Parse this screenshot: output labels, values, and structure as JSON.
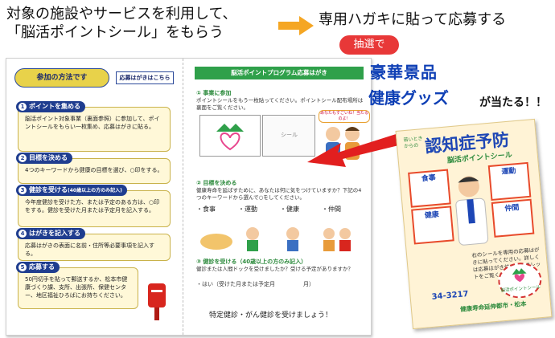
{
  "header": {
    "left_line1": "対象の施設やサービスを利用して、",
    "left_line2": "「脳活ポイントシール」をもらう",
    "right": "専用ハガキに貼って応募する"
  },
  "leaflet_left": {
    "title": "参加の方法です",
    "note": "応募はがきはこちら",
    "steps": [
      {
        "num": "1",
        "title": "ポイントを集める",
        "body": "脳活ポイント対象事業（裏面参照）に参加して、ポイントシールをもらい一枚集め、応募はがきに貼る。"
      },
      {
        "num": "2",
        "title": "目標を決める",
        "body": "4つのキーワードから健康の目標を選び、○印をする。"
      },
      {
        "num": "3",
        "title": "健診を受ける",
        "badge": "(40歳以上の方のみ記入)",
        "body": "今年度健診を受けた方、または予定のある方は、○印をする。健診を受けた月または予定月を記入する。"
      },
      {
        "num": "4",
        "title": "はがきを記入する",
        "body": "応募はがきの表面に名前・住所等必要事項を記入する。"
      },
      {
        "num": "5",
        "title": "応募する",
        "body": "50円切手を貼って郵送するか、松本市健康づくり課、支所、出張所、保健センター、地区福祉ひろばにお持ちください。"
      }
    ]
  },
  "leaflet_right": {
    "header": "脳活ポイントプログラム応募はがき",
    "sec1_title": "① 事業に参加",
    "sec1_txt": "ポイントシールをもう一枚貼ってください。ポイントシール配布場所は裏面をご覧ください。",
    "seal_label": "シール",
    "bubble": "あなたもすごいね！当たるのよ！",
    "sec2_title": "② 目標を決める",
    "sec2_txt": "健康寿命を延ばすために、あなたは何に気をつけていますか？下記の4つのキーワードから選んで○をしてください。",
    "keywords": [
      "・食事",
      "・運動",
      "・健康",
      "・仲間"
    ],
    "sec3_title": "③ 健診を受ける（40歳以上の方のみ記入）",
    "sec3_txt": "健診または人間ドックを受けましたか？受ける予定がありますか？",
    "sec3_option": "・はい（受けた月または予定月　　　　　月）",
    "footer": "特定健診・がん健診を受けましょう！"
  },
  "lottery": "抽選で",
  "prize_line1": "豪華景品",
  "prize_line2": "健康グッズ",
  "prize_suffix": "が当たる！！",
  "poster": {
    "small": "若いときからの",
    "title": "認知症予防",
    "subtitle": "脳活ポイントシール",
    "tiles": [
      "食事",
      "運動",
      "健康",
      "仲間"
    ],
    "note": "右のシールを専用の応募はがきに貼ってください。詳しくは応募はがき付きパンフレットをご覧ください。",
    "seal": "脳活ポイントシール",
    "phone": "34-3217",
    "footer": "健康寿命延伸都市・松本"
  },
  "colors": {
    "accent_blue": "#1f3d8f",
    "accent_green": "#2fa04a",
    "highlight_red": "#e83838",
    "arrow_orange": "#f5a623"
  }
}
